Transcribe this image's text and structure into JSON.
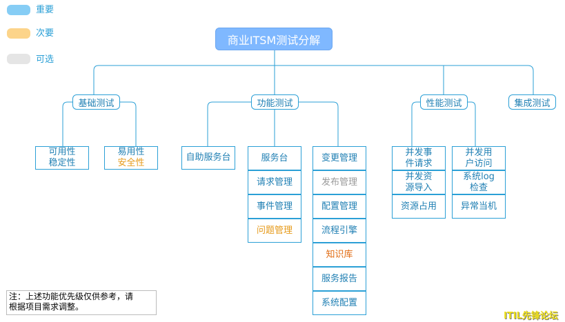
{
  "legend": [
    {
      "label": "重要",
      "color": "#86cdf5"
    },
    {
      "label": "次要",
      "color": "#fcd48a"
    },
    {
      "label": "可选",
      "color": "#e5e5e5"
    }
  ],
  "root": {
    "title": "商业ITSM测试分解"
  },
  "categories": {
    "basic": "基础测试",
    "functional": "功能测试",
    "performance": "性能测试",
    "integration": "集成测试"
  },
  "basic_items": {
    "usability_stability": [
      "可用性",
      "稳定性"
    ],
    "ease_security": [
      "易用性",
      "安全性"
    ]
  },
  "functional_items": {
    "self_service": "自助服务台",
    "service_desk": [
      "服务台",
      "请求管理",
      "事件管理",
      "问题管理"
    ],
    "change": [
      "变更管理",
      "发布管理",
      "配置管理",
      "流程引擎",
      "知识库",
      "服务报告",
      "系统配置"
    ]
  },
  "performance_items": {
    "left": [
      [
        "并发事",
        "件请求"
      ],
      [
        "并发资",
        "源导入"
      ],
      [
        "资源占用"
      ]
    ],
    "right": [
      [
        "并发用",
        "户访问"
      ],
      [
        "系统log",
        "检查"
      ],
      [
        "异常当机"
      ]
    ]
  },
  "note": [
    "注：上述功能优先级仅供参考，请",
    "根据项目需求调整。"
  ],
  "watermark": "ITIL先锋论坛"
}
